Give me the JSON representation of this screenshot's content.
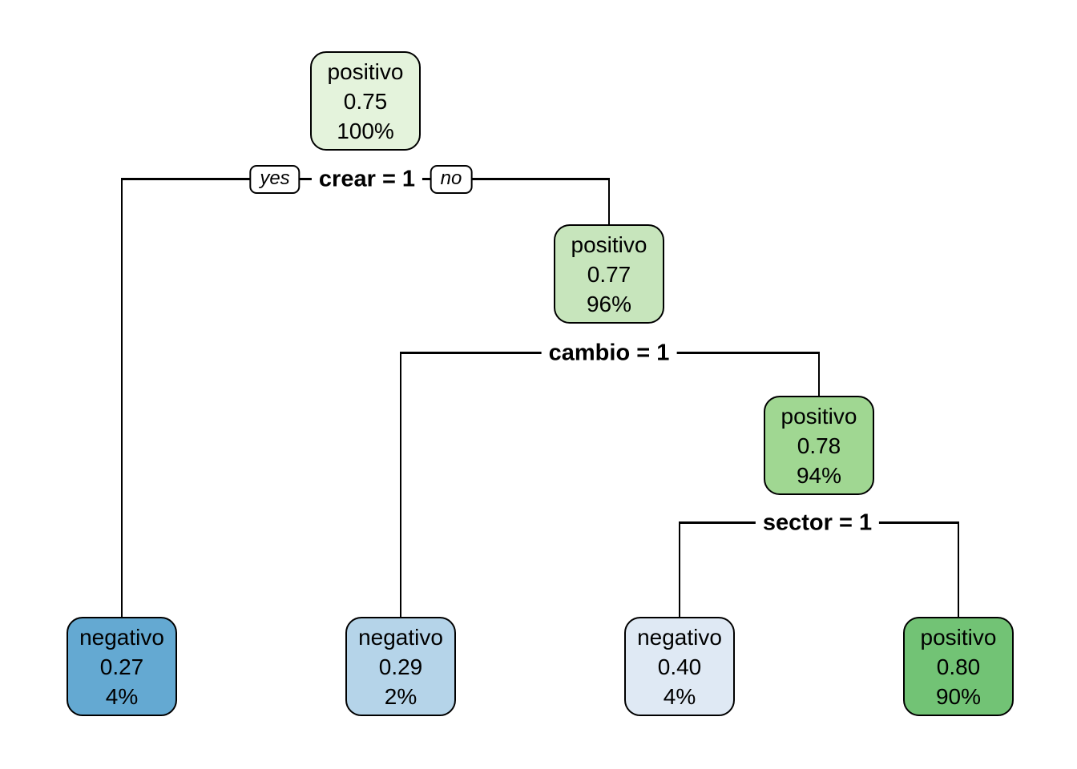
{
  "tree": {
    "kind": "decision-tree",
    "background": "#ffffff",
    "line_color": "#000000",
    "nodes": [
      {
        "id": "root",
        "class_label": "positivo",
        "prob": "0.75",
        "pct": "100%",
        "fill": "#e4f3dc"
      },
      {
        "id": "crear-no",
        "class_label": "positivo",
        "prob": "0.77",
        "pct": "96%",
        "fill": "#c7e5bc"
      },
      {
        "id": "cambio-no",
        "class_label": "positivo",
        "prob": "0.78",
        "pct": "94%",
        "fill": "#a0d792"
      },
      {
        "id": "leaf-crear-yes",
        "class_label": "negativo",
        "prob": "0.27",
        "pct": "4%",
        "fill": "#64a9d2"
      },
      {
        "id": "leaf-cambio-yes",
        "class_label": "negativo",
        "prob": "0.29",
        "pct": "2%",
        "fill": "#b5d4e9"
      },
      {
        "id": "leaf-sector-yes",
        "class_label": "negativo",
        "prob": "0.40",
        "pct": "4%",
        "fill": "#dfe9f4"
      },
      {
        "id": "leaf-sector-no",
        "class_label": "positivo",
        "prob": "0.80",
        "pct": "90%",
        "fill": "#72c375"
      }
    ],
    "splits": [
      {
        "label": "crear = 1"
      },
      {
        "label": "cambio = 1"
      },
      {
        "label": "sector = 1"
      }
    ],
    "branch_labels": {
      "yes": "yes",
      "no": "no"
    }
  }
}
